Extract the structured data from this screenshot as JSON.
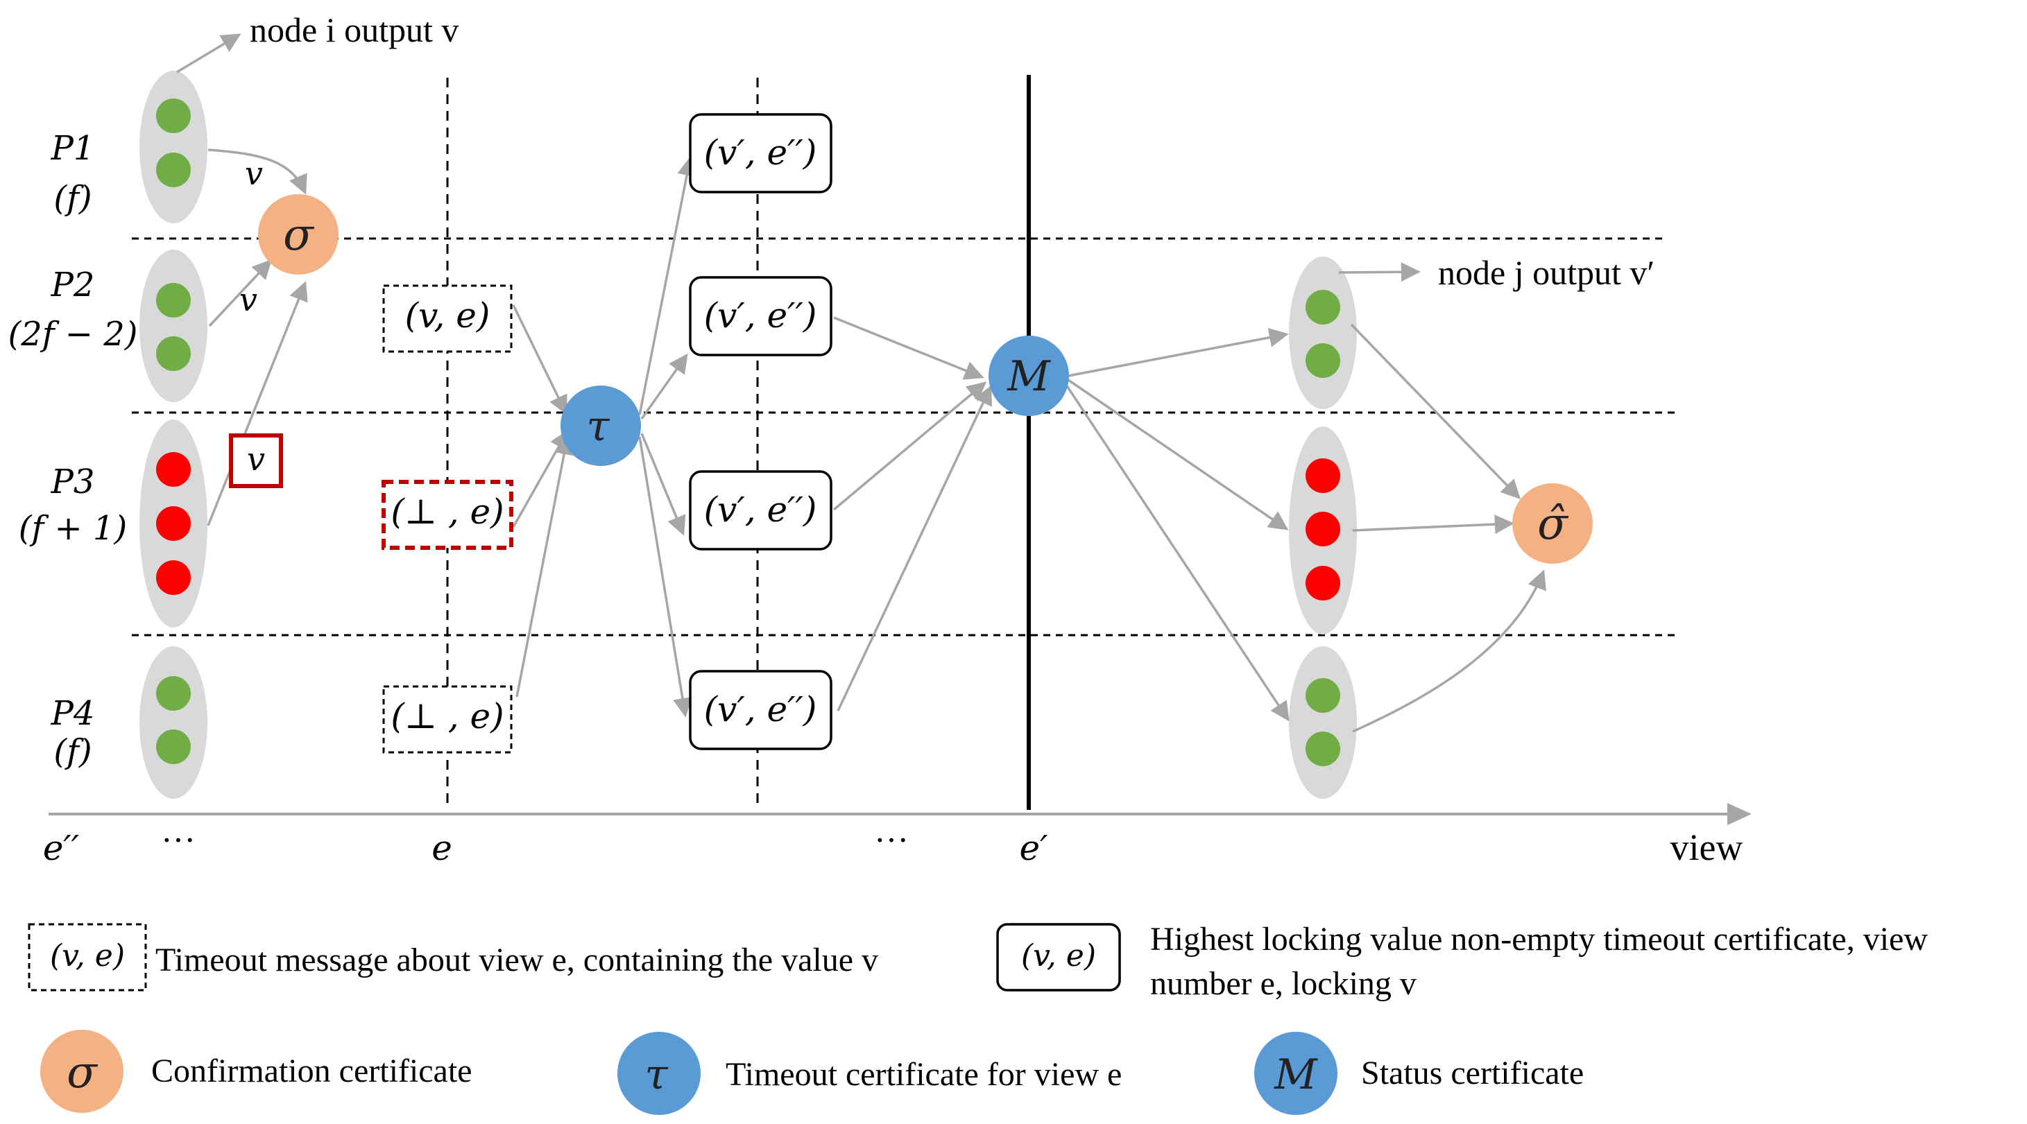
{
  "annotations": {
    "node_i_output": "node i output v",
    "node_j_output": "node j output v′"
  },
  "partitions": [
    {
      "name": "P1",
      "size": "(f)"
    },
    {
      "name": "P2",
      "size": "(2f − 2)"
    },
    {
      "name": "P3",
      "size": "(f + 1)"
    },
    {
      "name": "P4",
      "size": "(f)"
    }
  ],
  "edge_labels": {
    "p1_to_sigma": "v",
    "p2_to_sigma": "v",
    "p3_box": "v"
  },
  "timeout_messages": [
    "(v, e)",
    "(⊥ , e)",
    "(⊥ , e)"
  ],
  "lock_certificates": [
    "(v′, e′′)",
    "(v′, e′′)",
    "(v′, e′′)",
    "(v′, e′′)"
  ],
  "certificates": {
    "sigma": "σ",
    "tau": "τ",
    "M": "M",
    "sigma_hat": "σ̂"
  },
  "axis": {
    "labels": [
      "e′′",
      "···",
      "e",
      "···",
      "e′"
    ],
    "end_label": "view"
  },
  "legend": {
    "timeout_box_sample": "(v, e)",
    "timeout_desc": "Timeout message about view e, containing the value v",
    "lock_box_sample": "(v, e)",
    "lock_desc_line1": "Highest locking value non-empty timeout certificate, view",
    "lock_desc_line2": "number e, locking v",
    "sigma_symbol": "σ",
    "sigma_desc": "Confirmation certificate",
    "tau_symbol": "τ",
    "tau_desc": "Timeout certificate for view e",
    "m_symbol": "M",
    "m_desc": "Status certificate"
  },
  "colors": {
    "honest_node": "#70ad47",
    "faulty_node": "#ff0000",
    "group_fill": "#d9d9d9",
    "confirmation_cert": "#f4b183",
    "timeout_cert": "#5b9bd5",
    "faulty_box": "#c00000",
    "arrow": "#a6a6a6"
  }
}
